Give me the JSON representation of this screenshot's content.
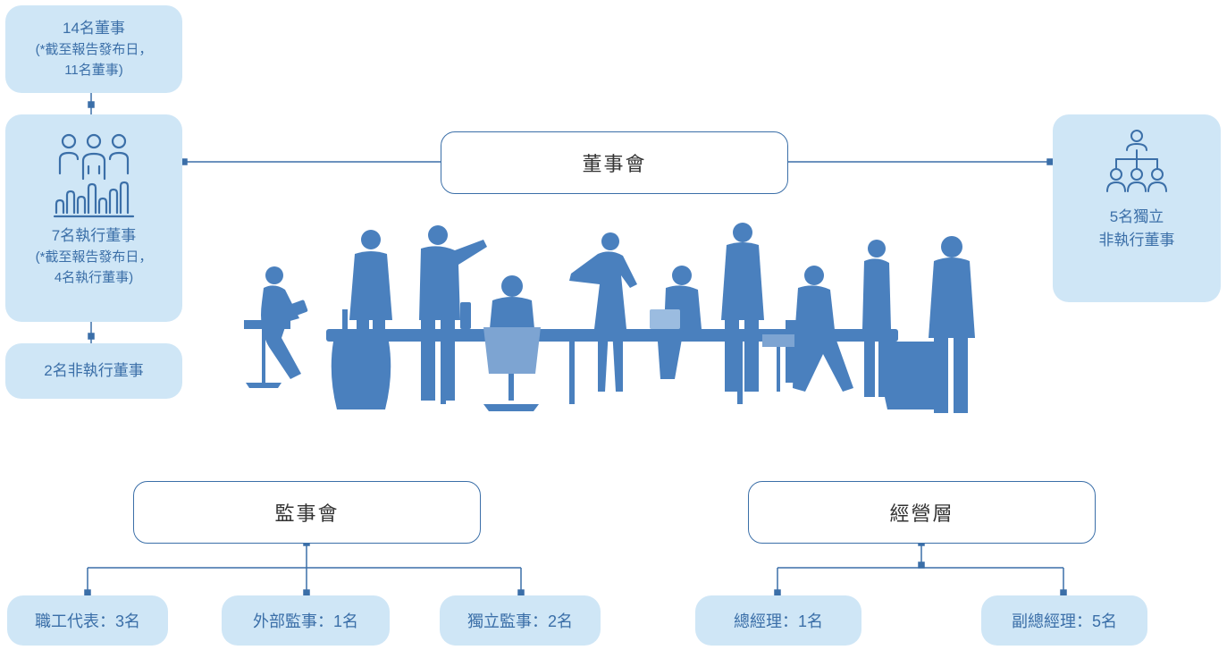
{
  "board": {
    "title": "董事會"
  },
  "supervisors": {
    "title": "監事會"
  },
  "management": {
    "title": "經營層"
  },
  "left_column": {
    "total": {
      "line1": "14名董事",
      "line2": "(*截至報告發布日，",
      "line3": "11名董事)"
    },
    "executive": {
      "line1": "7名執行董事",
      "line2": "(*截至報告發布日，",
      "line3": "4名執行董事)"
    },
    "non_executive": {
      "label": "2名非執行董事"
    }
  },
  "right_column": {
    "independent": {
      "line1": "5名獨立",
      "line2": "非執行董事"
    }
  },
  "supervisor_members": [
    {
      "label": "職工代表：3名"
    },
    {
      "label": "外部監事：1名"
    },
    {
      "label": "獨立監事：2名"
    }
  ],
  "management_members": [
    {
      "label": "總經理：1名"
    },
    {
      "label": "副總經理：5名"
    }
  ],
  "colors": {
    "accent": "#3b6fa8",
    "box_fill": "#cfe6f6",
    "silhouette": "#4a80be"
  },
  "icons": [
    "people-group-icon",
    "org-hierarchy-icon"
  ]
}
